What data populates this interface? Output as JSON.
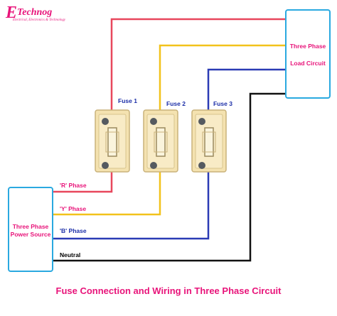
{
  "logo": {
    "letter": "E",
    "name": "Technog",
    "tagline": "Electrical, Electronics & Technology",
    "color": "#e8147a"
  },
  "load_box": {
    "line1": "Three Phase",
    "line2": "Load Circuit"
  },
  "source_box": {
    "line1": "Three Phase",
    "line2": "Power Source"
  },
  "fuses": [
    {
      "label": "Fuse 1"
    },
    {
      "label": "Fuse 2"
    },
    {
      "label": "Fuse 3"
    }
  ],
  "phases": {
    "r": "'R' Phase",
    "y": "'Y' Phase",
    "b": "'B' Phase",
    "n": "Neutral"
  },
  "colors": {
    "r_wire": "#e8475c",
    "y_wire": "#f2c21b",
    "b_wire": "#2b3bb5",
    "n_wire": "#111111",
    "box_border": "#2aa9e0",
    "fuse_body": "#f4e2b0",
    "fuse_border": "#c9b27a"
  },
  "caption": "Fuse Connection and Wiring in Three Phase Circuit"
}
